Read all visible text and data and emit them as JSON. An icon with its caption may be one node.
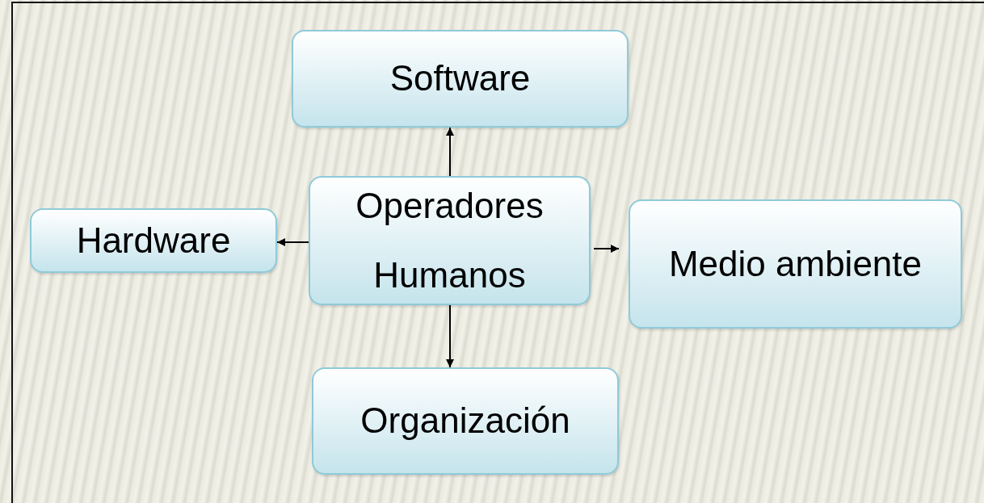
{
  "diagram": {
    "nodes": [
      {
        "text": [
          "Software"
        ]
      },
      {
        "text": [
          "Operadores Humanos"
        ]
      },
      {
        "text": [
          "Hardware"
        ]
      },
      {
        "text": [
          "Medio ambiente"
        ]
      },
      {
        "text": [
          "Organización"
        ]
      }
    ],
    "edges": [
      {
        "from": 1,
        "to": 0,
        "arrow": "to"
      },
      {
        "from": 1,
        "to": 2,
        "arrow": "to"
      },
      {
        "from": 1,
        "to": 3,
        "arrow": "to"
      },
      {
        "from": 1,
        "to": 4,
        "arrow": "to"
      }
    ]
  }
}
